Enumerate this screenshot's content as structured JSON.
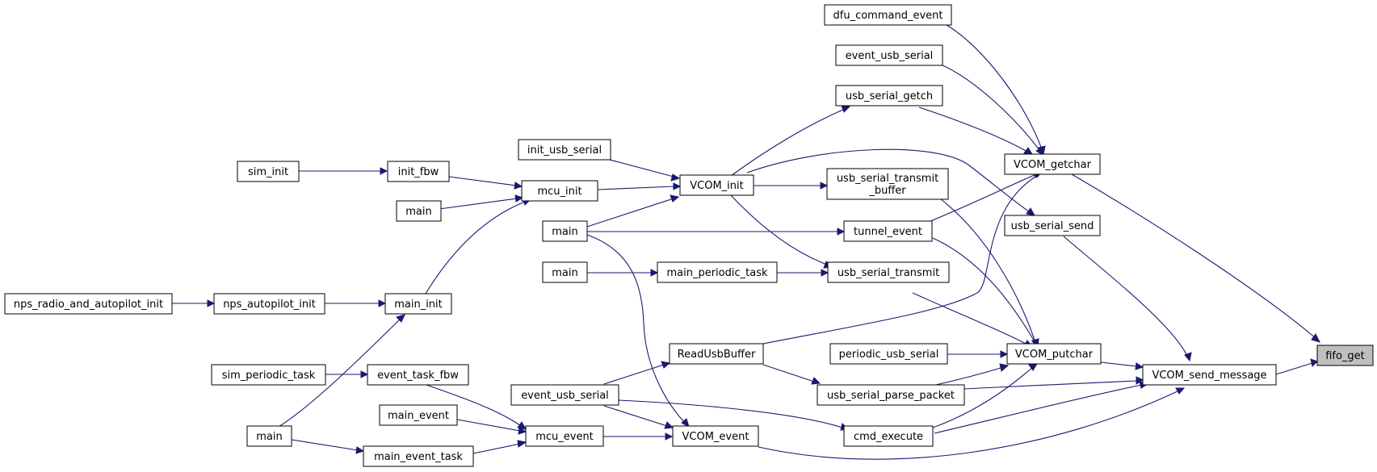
{
  "graph": {
    "nodes": {
      "dfu_command_event": "dfu_command_event",
      "event_usb_serial_top": "event_usb_serial",
      "usb_serial_getch": "usb_serial_getch",
      "VCOM_getchar": "VCOM_getchar",
      "init_usb_serial": "init_usb_serial",
      "usb_serial_transmit_buffer_l1": "usb_serial_transmit",
      "usb_serial_transmit_buffer_l2": "_buffer",
      "usb_serial_send": "usb_serial_send",
      "sim_init": "sim_init",
      "init_fbw": "init_fbw",
      "mcu_init": "mcu_init",
      "VCOM_init": "VCOM_init",
      "main_a": "main",
      "main_b": "main",
      "tunnel_event": "tunnel_event",
      "main_c": "main",
      "main_periodic_task": "main_periodic_task",
      "usb_serial_transmit": "usb_serial_transmit",
      "nps_radio_and_autopilot_init": "nps_radio_and_autopilot_init",
      "nps_autopilot_init": "nps_autopilot_init",
      "main_init": "main_init",
      "ReadUsbBuffer": "ReadUsbBuffer",
      "periodic_usb_serial": "periodic_usb_serial",
      "VCOM_putchar": "VCOM_putchar",
      "fifo_get": "fifo_get",
      "VCOM_send_message": "VCOM_send_message",
      "sim_periodic_task": "sim_periodic_task",
      "event_task_fbw": "event_task_fbw",
      "event_usb_serial_mid": "event_usb_serial",
      "usb_serial_parse_packet": "usb_serial_parse_packet",
      "main_event": "main_event",
      "main_d": "main",
      "mcu_event": "mcu_event",
      "VCOM_event": "VCOM_event",
      "cmd_execute": "cmd_execute",
      "main_event_task": "main_event_task"
    }
  }
}
